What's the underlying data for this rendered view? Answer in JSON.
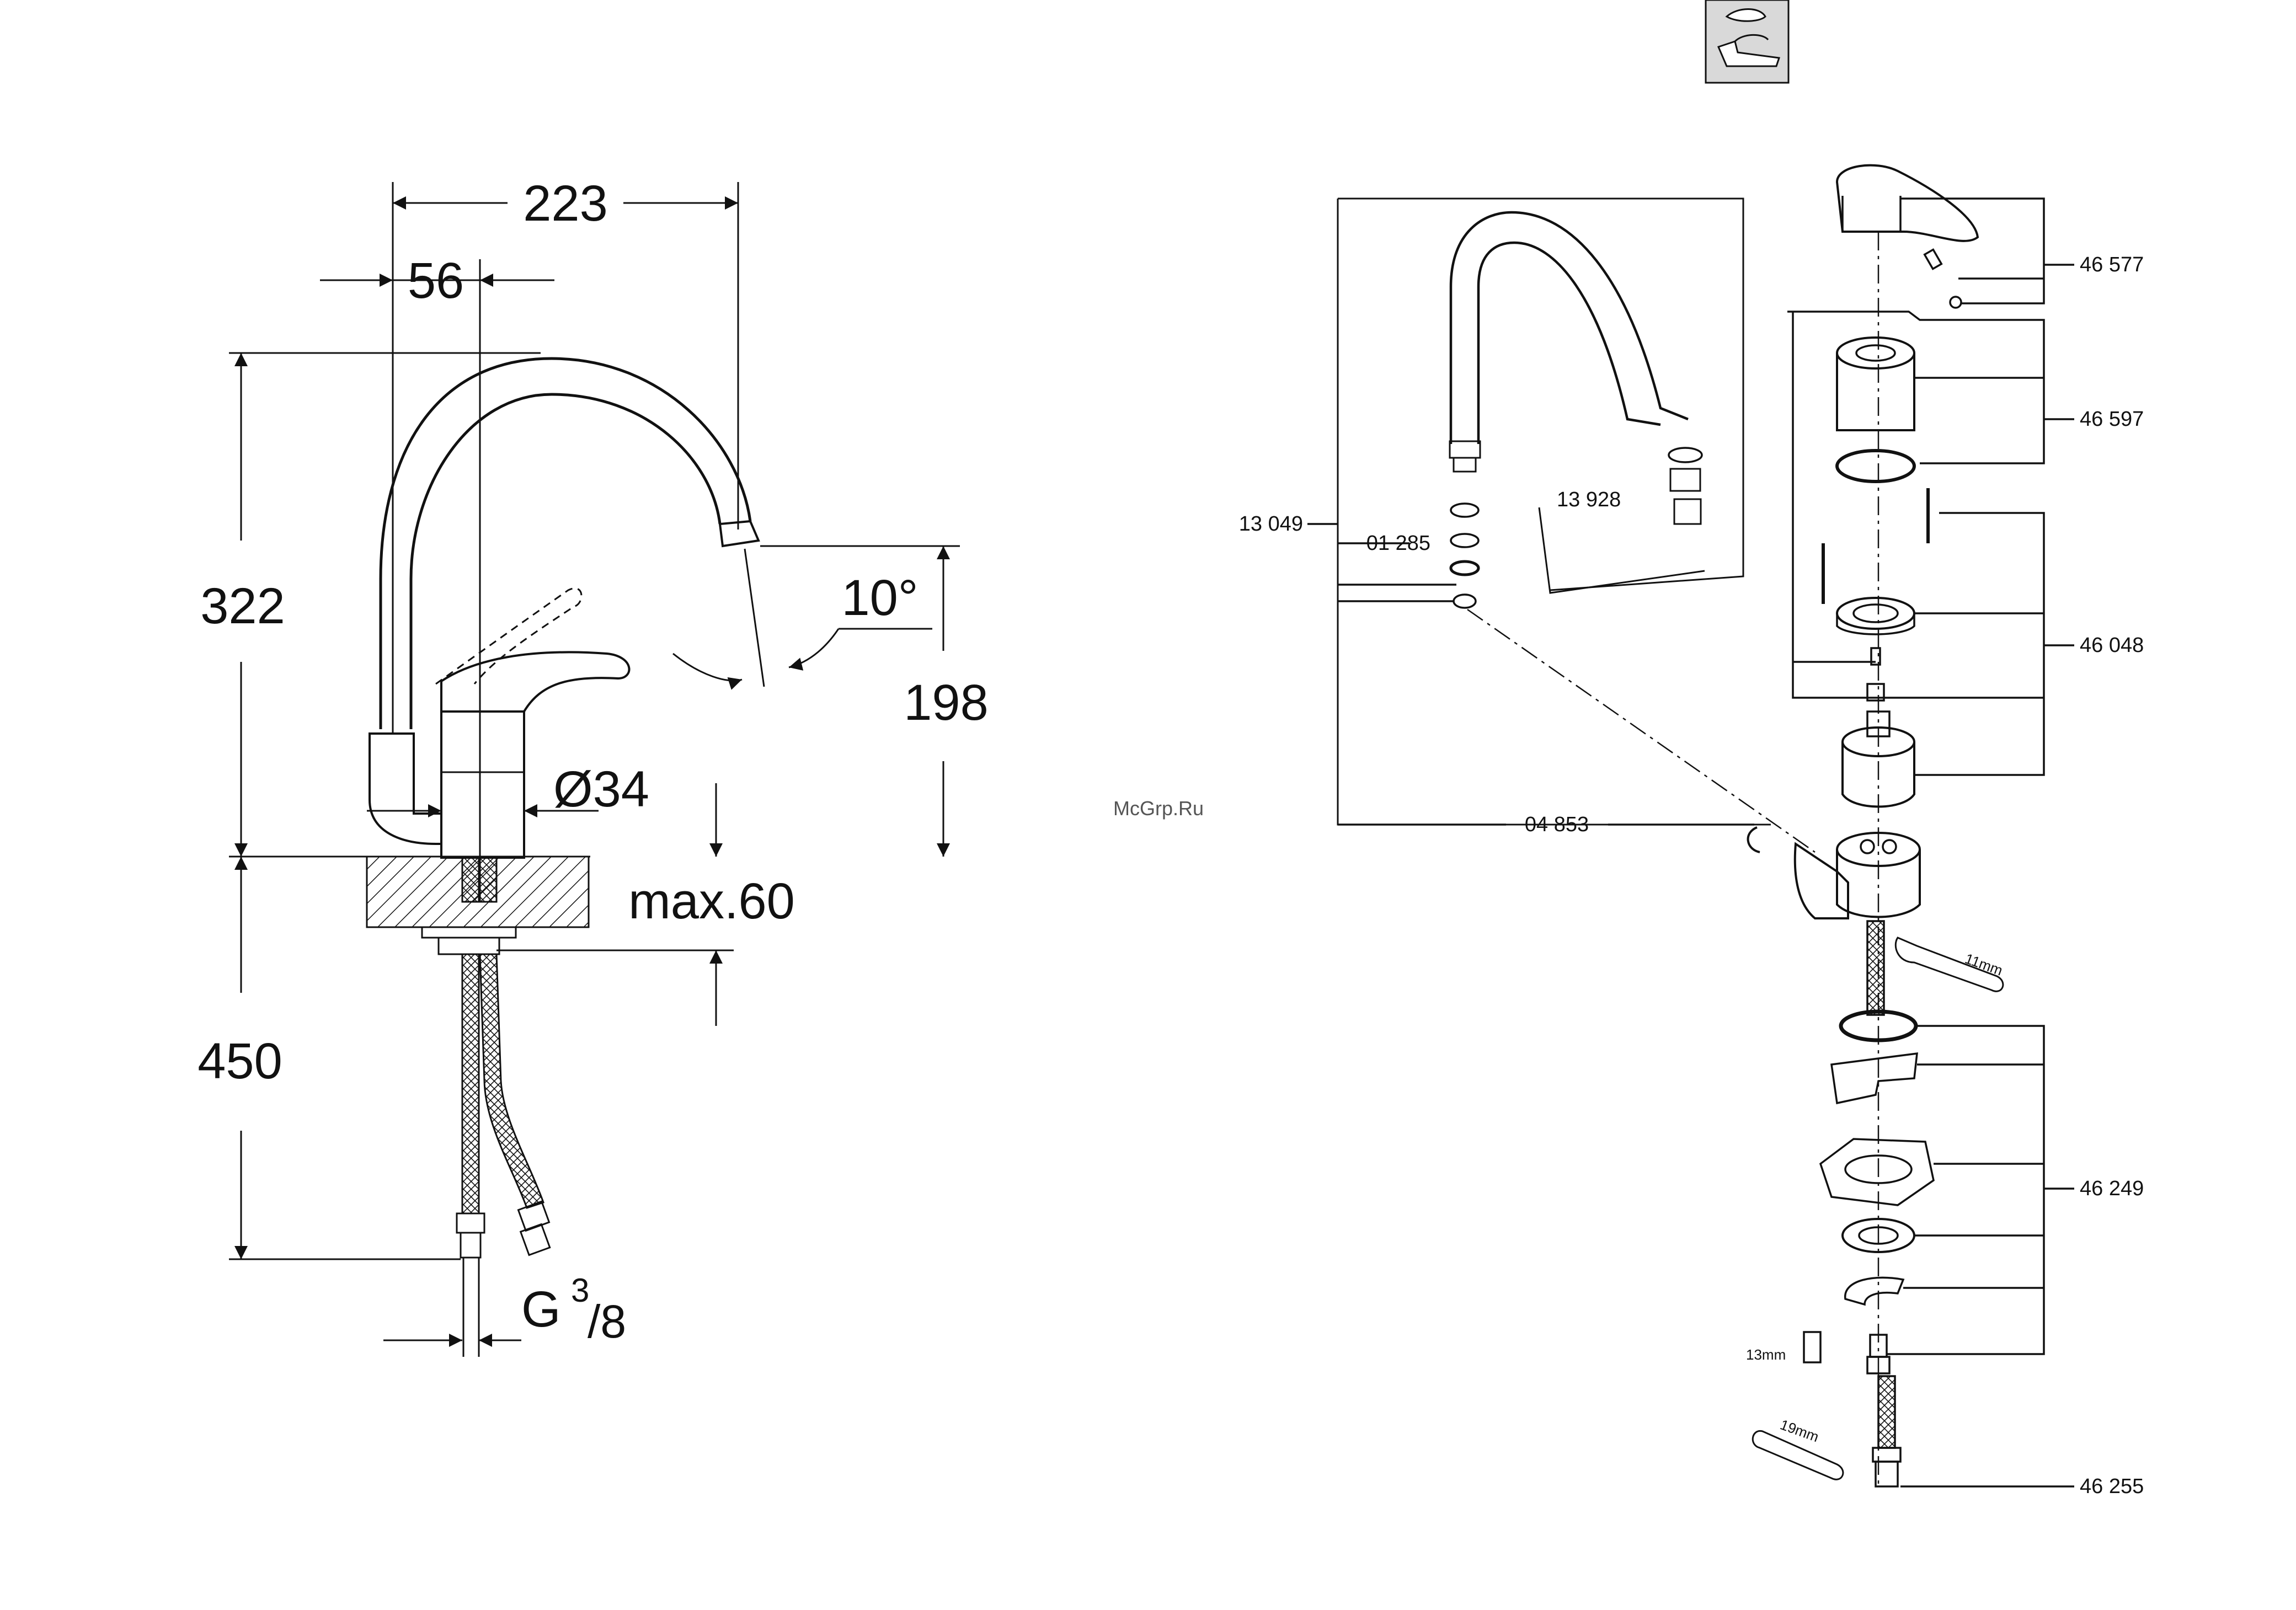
{
  "dimensions": {
    "width_total": "223",
    "spout_offset": "56",
    "height_total": "322",
    "spout_height": "198",
    "spout_angle": "10°",
    "base_diameter": "Ø34",
    "deck_max": "max.60",
    "hose_length": "450",
    "thread_main": "G",
    "thread_num": "3",
    "thread_den": "/8"
  },
  "parts": [
    {
      "label": "46 577"
    },
    {
      "label": "46 597"
    },
    {
      "label": "46 048"
    },
    {
      "label": "46 249"
    },
    {
      "label": "46 255"
    },
    {
      "label": "13 049"
    },
    {
      "label": "01 285"
    },
    {
      "label": "13 928"
    },
    {
      "label": "04 853"
    }
  ],
  "tools": {
    "wrench_11": "11mm",
    "wrench_13": "13mm",
    "wrench_19": "19mm"
  },
  "watermark": "McGrp.Ru",
  "colors": {
    "line": "#111111",
    "icon_bg": "#d9d9d9"
  }
}
